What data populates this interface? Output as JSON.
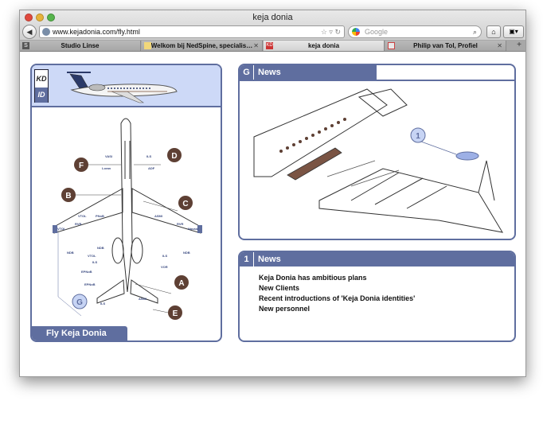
{
  "window": {
    "title": "keja donia"
  },
  "toolbar": {
    "url": "www.kejadonia.com/fly.html",
    "search_placeholder": "Google"
  },
  "tabs": [
    {
      "label": "Studio Linse",
      "icon": "s-icon",
      "active": false
    },
    {
      "label": "Welkom bij NedSpine, specialis…",
      "icon": "nedspine-icon",
      "active": false
    },
    {
      "label": "keja donia",
      "icon": "kd-icon",
      "active": true
    },
    {
      "label": "Philip van Tol, Profiel",
      "icon": "profile-icon",
      "active": false
    }
  ],
  "left_panel": {
    "logo_top": "KD",
    "logo_bottom": "ID",
    "title": "Fly Keja Donia",
    "diagram_letters": [
      "A",
      "B",
      "C",
      "D",
      "E",
      "F",
      "G"
    ],
    "diagram_labels": [
      "VASI",
      "ILS",
      "Loran",
      "ADF",
      "ASMI",
      "VTOL",
      "RVR",
      "PNoB",
      "RVR",
      "Navaid",
      "VTOL",
      "NDB",
      "VTOL",
      "ILS",
      "ILS",
      "NDB",
      "NDB",
      "EPNoB",
      "VOR",
      "EPNoB",
      "ASMI",
      "ILS"
    ]
  },
  "right_top": {
    "num": "G",
    "title": "News",
    "callout": "1"
  },
  "right_bottom": {
    "num": "1",
    "title": "News",
    "items": [
      "Keja Donia has ambitious plans",
      "New Clients",
      "Recent introductions of 'Keja Donia identities'",
      "New personnel"
    ]
  }
}
